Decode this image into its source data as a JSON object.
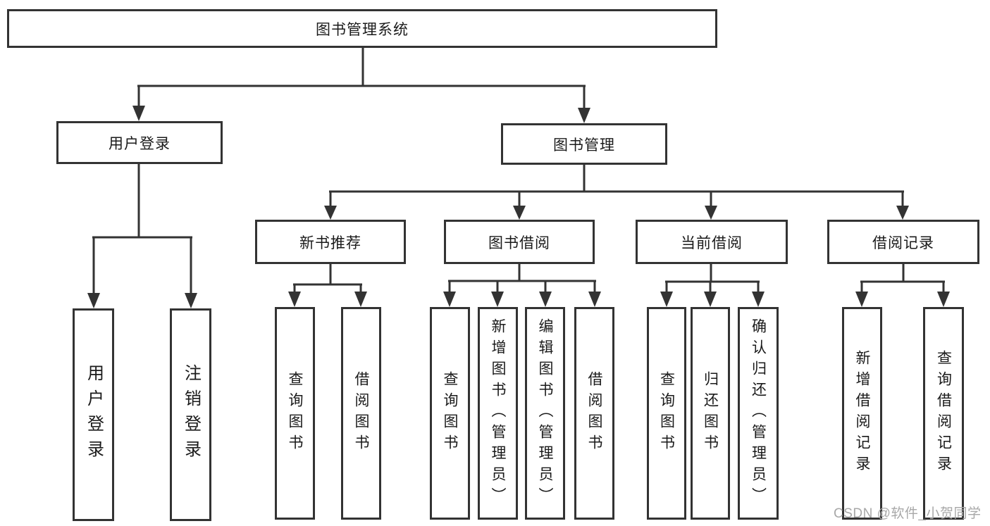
{
  "diagram_title": "图书管理系统",
  "tree": {
    "root": "图书管理系统",
    "branches": [
      {
        "label": "用户登录",
        "children": [
          "用户登录",
          "注销登录"
        ]
      },
      {
        "label": "图书管理",
        "sections": [
          {
            "label": "新书推荐",
            "children": [
              "查询图书",
              "借阅图书"
            ]
          },
          {
            "label": "图书借阅",
            "children": [
              "查询图书",
              "新增图书（管理员）",
              "编辑图书（管理员）",
              "借阅图书"
            ]
          },
          {
            "label": "当前借阅",
            "children": [
              "查询图书",
              "归还图书",
              "确认归还（管理员）"
            ]
          },
          {
            "label": "借阅记录",
            "children": [
              "新增借阅记录",
              "查询借阅记录"
            ]
          }
        ]
      }
    ]
  },
  "watermark": "CSDN @软件_小贺同学",
  "colors": {
    "line": "#333333",
    "text": "#1a1a1a",
    "watermark": "#a8a8a8",
    "background": "#ffffff"
  }
}
